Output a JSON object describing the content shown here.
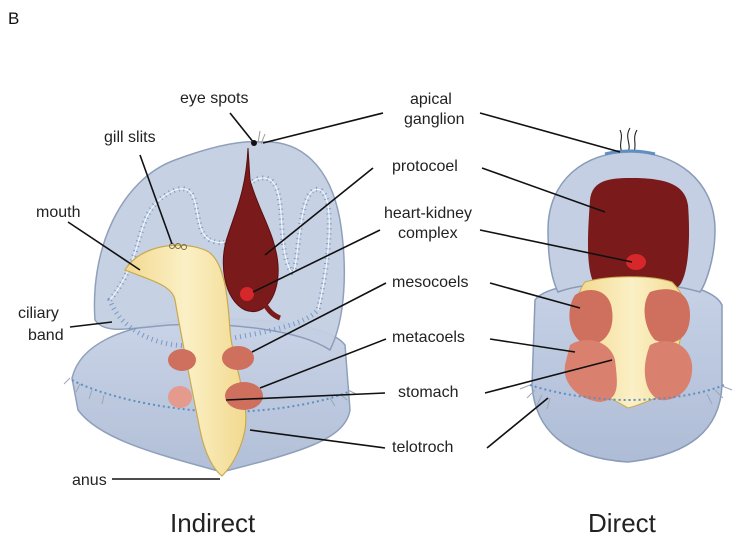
{
  "panel_letter": "B",
  "labels": {
    "eye_spots": "eye spots",
    "gill_slits": "gill slits",
    "mouth": "mouth",
    "ciliary_band_1": "ciliary",
    "ciliary_band_2": "band",
    "anus": "anus",
    "apical_ganglion_1": "apical",
    "apical_ganglion_2": "ganglion",
    "protocoel": "protocoel",
    "heart_kidney_1": "heart-kidney",
    "heart_kidney_2": "complex",
    "mesocoels": "mesocoels",
    "metacoels": "metacoels",
    "stomach": "stomach",
    "telotroch": "telotroch"
  },
  "captions": {
    "indirect": "Indirect",
    "direct": "Direct"
  },
  "colors": {
    "body_fill": "#b9c6dc",
    "body_stroke": "#8a9bb8",
    "gut_fill": "#f7e4a8",
    "protocoel_fill": "#7a1a1a",
    "heart_fill": "#d6282a",
    "coelom_fill": "#d57b6c",
    "ciliary_band": "#5e8fc0"
  }
}
